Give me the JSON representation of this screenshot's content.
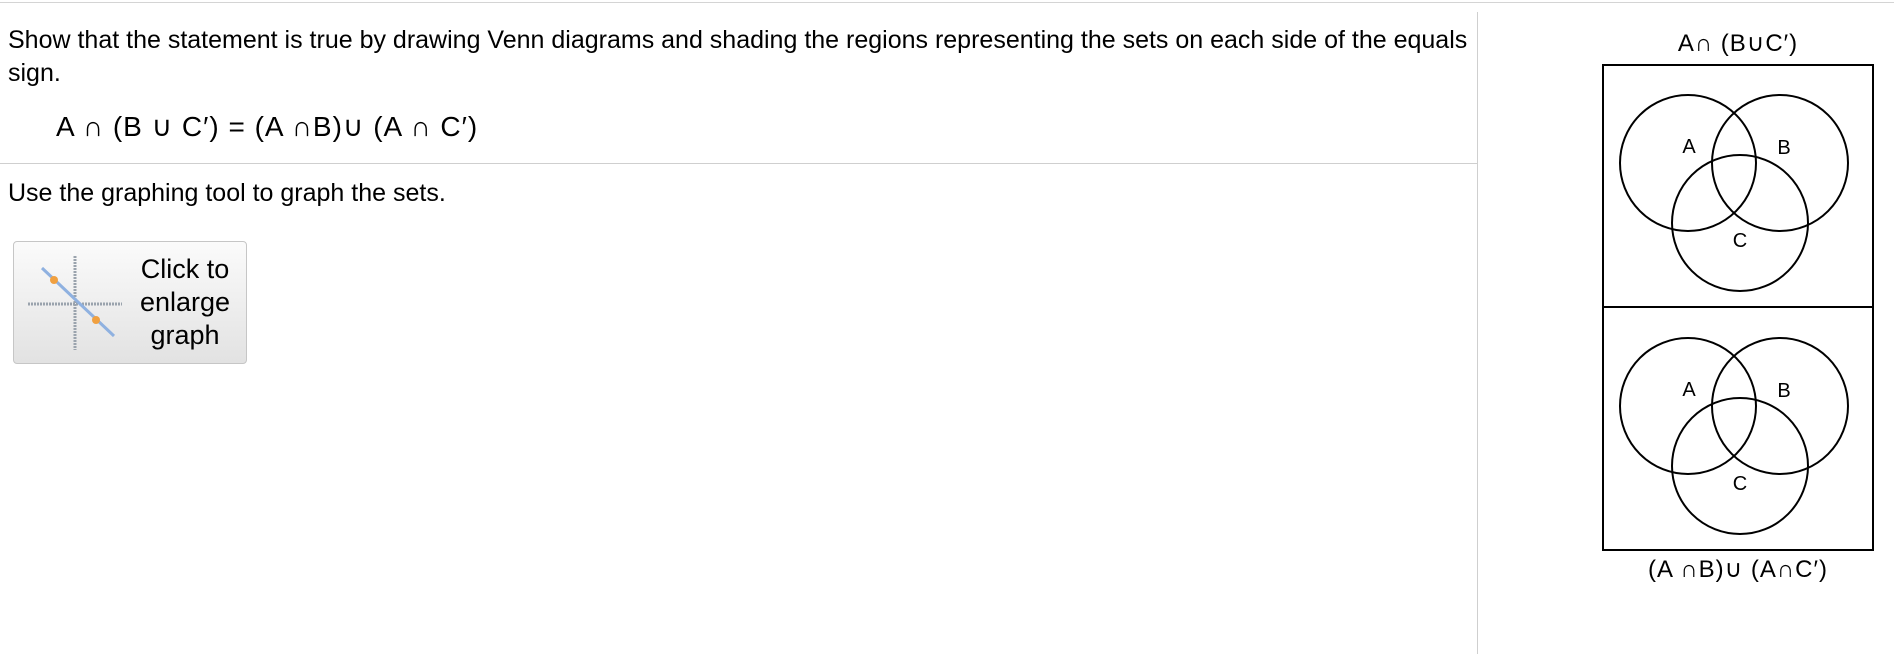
{
  "problem": {
    "prompt": "Show that the statement is true by drawing Venn diagrams and shading the regions representing the sets on each side of the equals sign.",
    "equation": "A ∩ (B ∪ C′) = (A ∩B)∪ (A ∩ C′)",
    "instruction": "Use the graphing tool to graph the sets."
  },
  "graph_button": {
    "label_line1": "Click to",
    "label_line2": "enlarge",
    "label_line3": "graph",
    "icon": "graph-thumbnail-icon"
  },
  "venn": {
    "top_label": "A∩ (B∪C′)",
    "bottom_label": "(A ∩B)∪ (A∩C′)",
    "set_a": "A",
    "set_b": "B",
    "set_c": "C"
  },
  "colors": {
    "axis_line": "#9aa3ad",
    "graph_line": "#8fb1e0",
    "graph_point": "#f0a040"
  }
}
